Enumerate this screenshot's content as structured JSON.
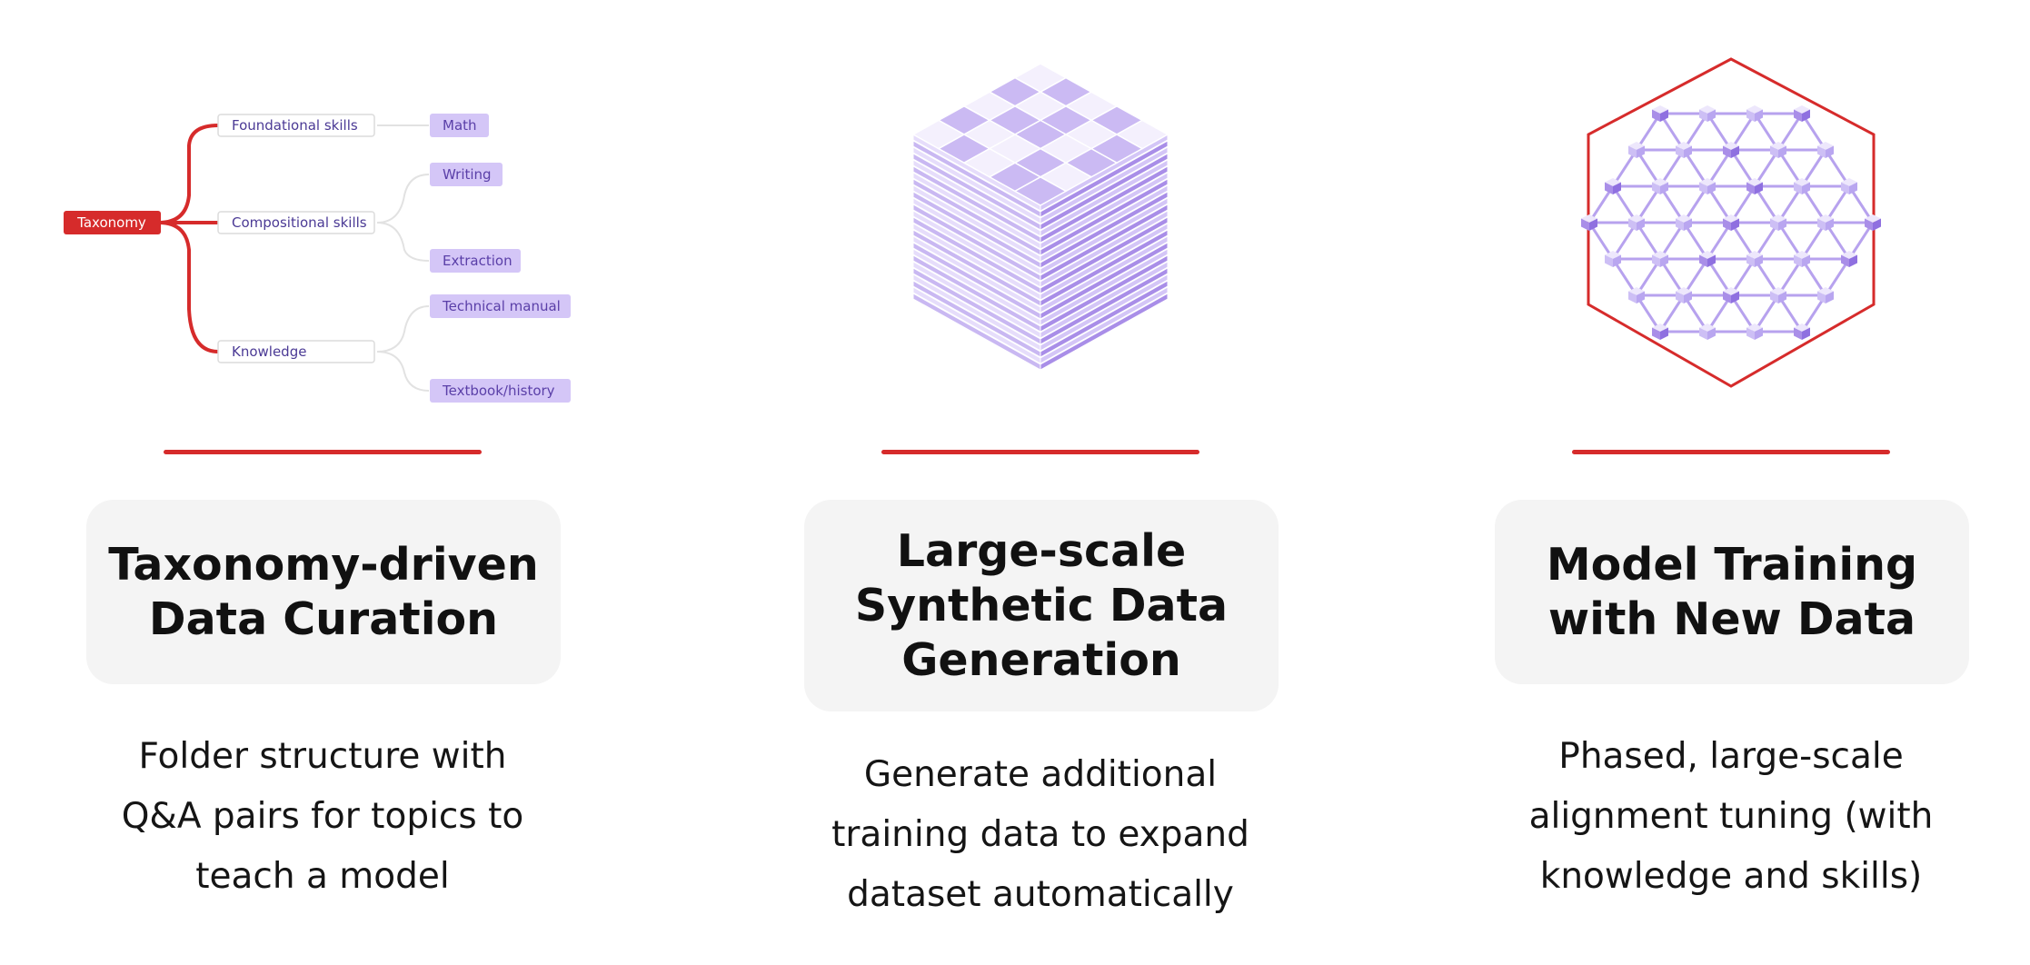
{
  "colors": {
    "accent_red": "#d62b2b",
    "lavender_fill": "#d4c6f7",
    "lavender_dark": "#a98ee8",
    "lavender_text": "#5a3fa8",
    "card_bg": "#f4f4f4"
  },
  "columns": [
    {
      "title": "Taxonomy-driven\nData Curation",
      "description": "Folder structure with\nQ&A pairs for topics to\nteach a model",
      "illustration": "taxonomy-tree",
      "tree": {
        "root": "Taxonomy",
        "branches": [
          {
            "label": "Foundational skills",
            "leaves": [
              "Math"
            ]
          },
          {
            "label": "Compositional skills",
            "leaves": [
              "Writing",
              "Extraction"
            ]
          },
          {
            "label": "Knowledge",
            "leaves": [
              "Technical manual",
              "Textbook/history"
            ]
          }
        ]
      }
    },
    {
      "title": "Large-scale\nSynthetic Data\nGeneration",
      "description": "Generate additional\ntraining data to expand\ndataset automatically",
      "illustration": "stacked-data-cube-icon"
    },
    {
      "title": "Model Training\nwith New Data",
      "description": "Phased, large-scale\nalignment tuning (with\nknowledge and skills)",
      "illustration": "hexagon-lattice-icon"
    }
  ]
}
